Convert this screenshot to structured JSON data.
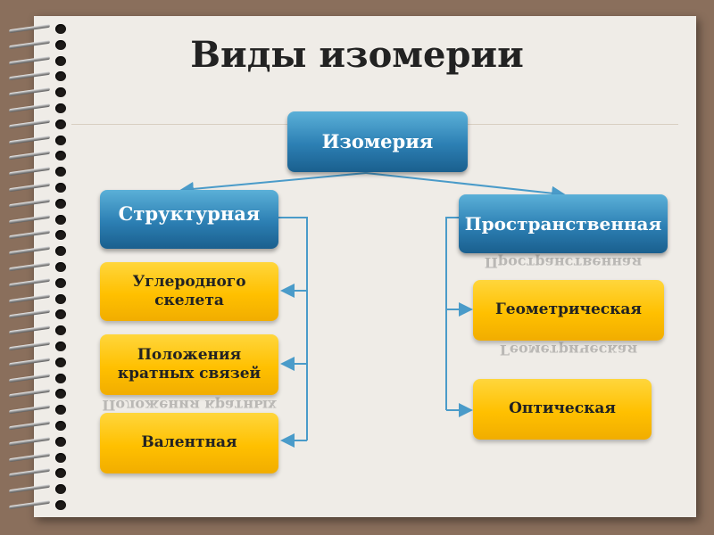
{
  "title": "Виды изомерии",
  "root": "Изомерия",
  "structural": {
    "label": "Структурная",
    "items": [
      "Углеродного скелета",
      "Положения кратных связей",
      "Валентная"
    ]
  },
  "spatial": {
    "label": "Пространственная",
    "items": [
      "Геометрическая",
      "Оптическая"
    ]
  },
  "colors": {
    "blue": "#2c7fb3",
    "yellow": "#ffc000",
    "connector": "#4a9bc9"
  }
}
